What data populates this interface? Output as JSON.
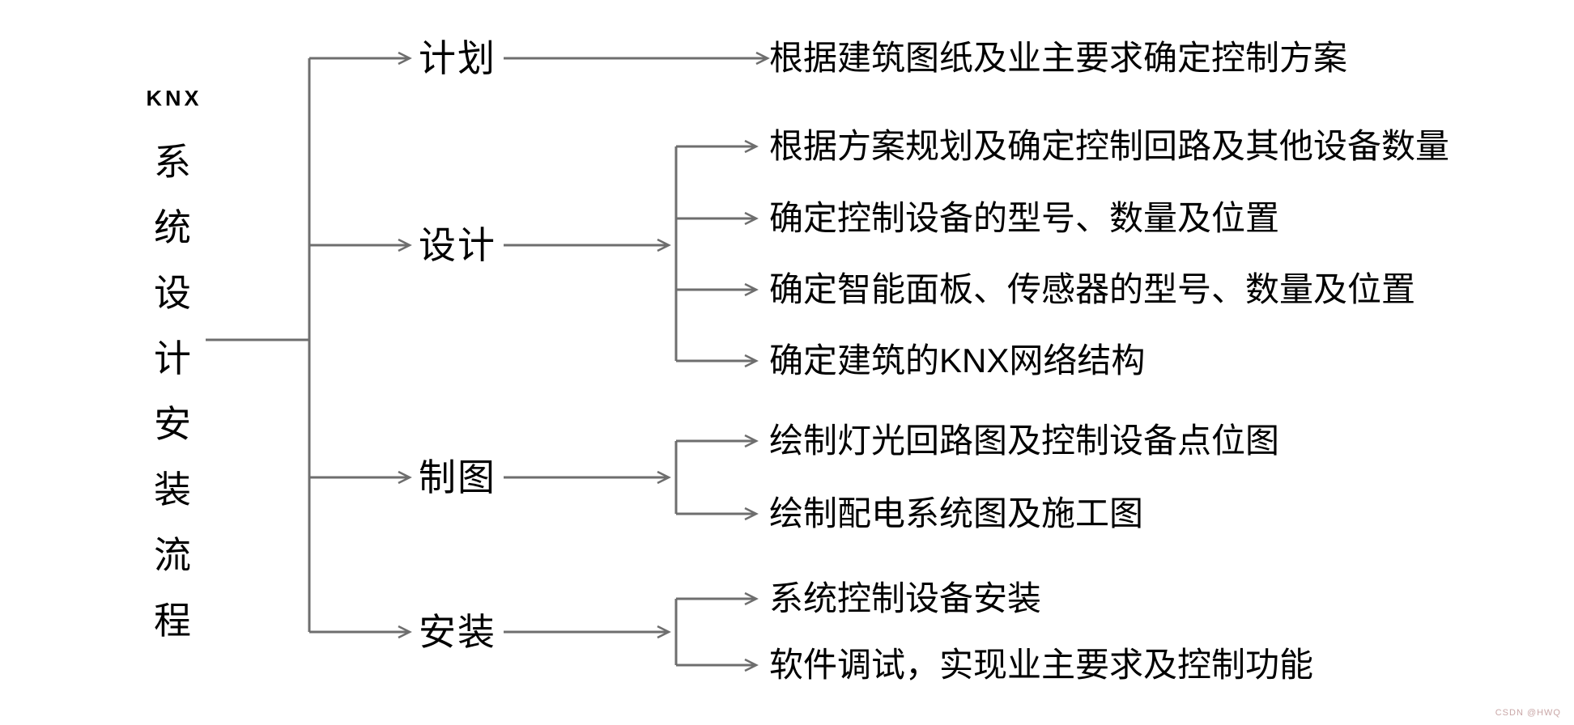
{
  "title": {
    "top": "KNX",
    "chars": [
      "系",
      "统",
      "设",
      "计",
      "安",
      "装",
      "流",
      "程"
    ]
  },
  "branches": [
    {
      "label": "计划",
      "leaves": [
        "根据建筑图纸及业主要求确定控制方案"
      ]
    },
    {
      "label": "设计",
      "leaves": [
        "根据方案规划及确定控制回路及其他设备数量",
        "确定控制设备的型号、数量及位置",
        "确定智能面板、传感器的型号、数量及位置",
        "确定建筑的KNX网络结构"
      ]
    },
    {
      "label": "制图",
      "leaves": [
        "绘制灯光回路图及控制设备点位图",
        "绘制配电系统图及施工图"
      ]
    },
    {
      "label": "安装",
      "leaves": [
        "系统控制设备安装",
        "软件调试，实现业主要求及控制功能"
      ]
    }
  ],
  "watermark": "CSDN @HWQ",
  "colors": {
    "line": "#6e6e6e",
    "text": "#000000",
    "watermark": "#c9a7a7",
    "background": "#ffffff"
  }
}
